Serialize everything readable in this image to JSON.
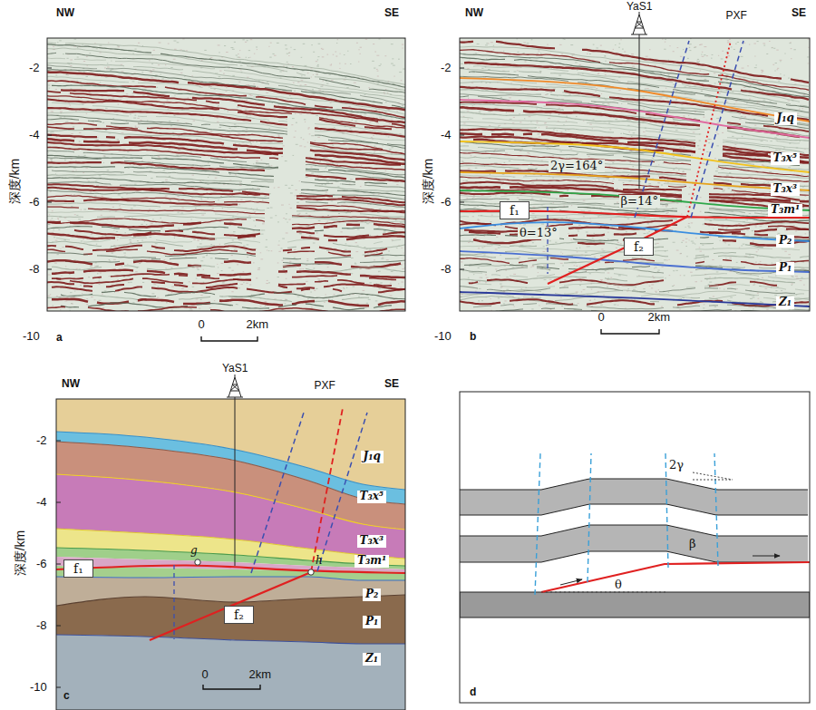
{
  "diagram": {
    "nodes": [
      {
        "text": [
          "f₁"
        ]
      },
      {
        "text": [
          "f₂"
        ]
      },
      {
        "text": [
          "f₁"
        ]
      },
      {
        "text": [
          "f₂"
        ]
      }
    ],
    "labels": [
      "NW",
      "SE",
      "-2",
      "-4",
      "-6",
      "-8",
      "-10",
      "深度/km",
      "0",
      "2km",
      "a",
      "NW",
      "YaS1",
      "PXF",
      "SE",
      "-2",
      "-4",
      "-6",
      "-8",
      "-10",
      "深度/km",
      "J₁q",
      "T₃x⁵",
      "T₃x³",
      "T₃m¹",
      "P₂",
      "P₁",
      "Z₁",
      "2γ=164°",
      "β=14°",
      "θ=13°",
      "0",
      "2km",
      "b",
      "NW",
      "YaS1",
      "PXF",
      "SE",
      "-2",
      "-4",
      "-6",
      "-8",
      "-10",
      "深度/km",
      "J₁q",
      "T₃x⁵",
      "T₃x³",
      "T₃m¹",
      "P₂",
      "P₁",
      "Z₁",
      "g",
      "h",
      "0",
      "2km",
      "c",
      "2γ",
      "β",
      "θ",
      "d"
    ]
  }
}
